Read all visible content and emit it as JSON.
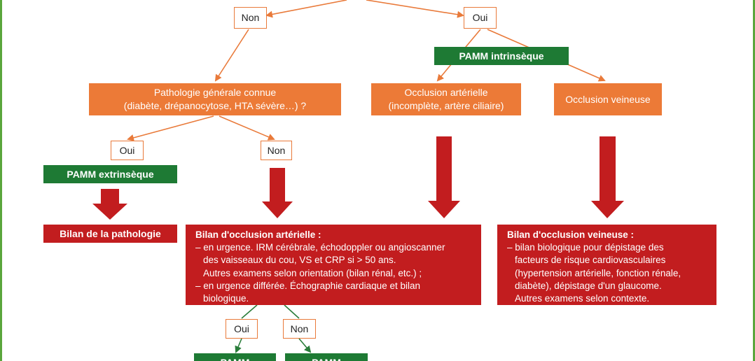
{
  "top_branch": {
    "no": "Non",
    "yes": "Oui"
  },
  "pamm_intrinseque": "PAMM intrinsèque",
  "pathologie": {
    "line1": "Pathologie générale connue",
    "line2": "(diabète, drépanocytose, HTA sévère…) ?"
  },
  "occlusion_arterielle": {
    "line1": "Occlusion artérielle",
    "line2": "(incomplète, artère ciliaire)"
  },
  "occlusion_veineuse": "Occlusion veineuse",
  "patho_branch": {
    "yes": "Oui",
    "no": "Non"
  },
  "pamm_extrinseque": "PAMM extrinsèque",
  "bilan_pathologie": "Bilan de la pathologie",
  "bilan_arteriel": {
    "title": "Bilan d'occlusion artérielle :",
    "lines": [
      "– en urgence. IRM cérébrale, échodoppler ou angioscanner",
      "des vaisseaux du cou, VS et CRP si > 50 ans.",
      "Autres examens selon orientation (bilan rénal, etc.) ;",
      "– en urgence différée. Échographie cardiaque et bilan",
      "biologique."
    ]
  },
  "bilan_veineux": {
    "title": "Bilan d'occlusion veineuse :",
    "lines": [
      "– bilan biologique pour dépistage des",
      "facteurs de risque cardiovasculaires",
      "(hypertension artérielle, fonction rénale,",
      "diabète), dépistage d'un glaucome.",
      "Autres examens selon contexte."
    ]
  },
  "bottom_branch": {
    "yes": "Oui",
    "no": "Non"
  },
  "bottom_boxes": {
    "left": "PAMM",
    "right": "PAMM"
  },
  "colors": {
    "orange": "#ec7a37",
    "green": "#1e7a34",
    "red": "#c21d1f",
    "frame": "#5aa63c"
  }
}
